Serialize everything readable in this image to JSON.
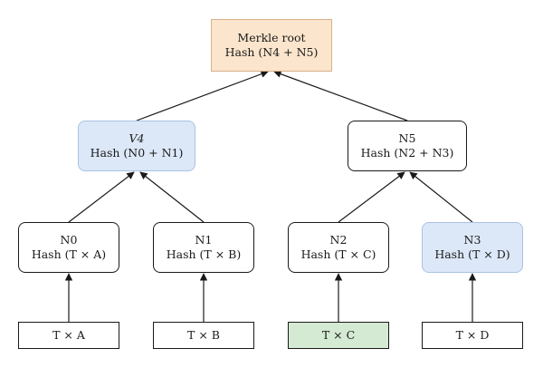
{
  "nodes": {
    "root": {
      "line1": "Merkle root",
      "line2": "Hash (N4 + N5)",
      "fill": "#fbe5cc",
      "stroke": "#d8b088"
    },
    "v4": {
      "line1": "V4",
      "line2": "Hash (N0 + N1)",
      "fill": "#dce8f8",
      "stroke": "#a9c2e2"
    },
    "n5": {
      "line1": "N5",
      "line2": "Hash (N2 + N3)",
      "fill": "#ffffff",
      "stroke": "#1a1a1a"
    },
    "n0": {
      "line1": "N0",
      "line2": "Hash (T × A)",
      "fill": "#ffffff",
      "stroke": "#1a1a1a"
    },
    "n1": {
      "line1": "N1",
      "line2": "Hash (T × B)",
      "fill": "#ffffff",
      "stroke": "#1a1a1a"
    },
    "n2": {
      "line1": "N2",
      "line2": "Hash (T × C)",
      "fill": "#ffffff",
      "stroke": "#1a1a1a"
    },
    "n3": {
      "line1": "N3",
      "line2": "Hash (T × D)",
      "fill": "#dce8f8",
      "stroke": "#a9c2e2"
    }
  },
  "leaves": {
    "ta": {
      "label": "T × A",
      "fill": "#ffffff",
      "stroke": "#1a1a1a"
    },
    "tb": {
      "label": "T × B",
      "fill": "#ffffff",
      "stroke": "#1a1a1a"
    },
    "tc": {
      "label": "T × C",
      "fill": "#d5ead3",
      "stroke": "#1a1a1a"
    },
    "td": {
      "label": "T × D",
      "fill": "#ffffff",
      "stroke": "#1a1a1a"
    }
  }
}
